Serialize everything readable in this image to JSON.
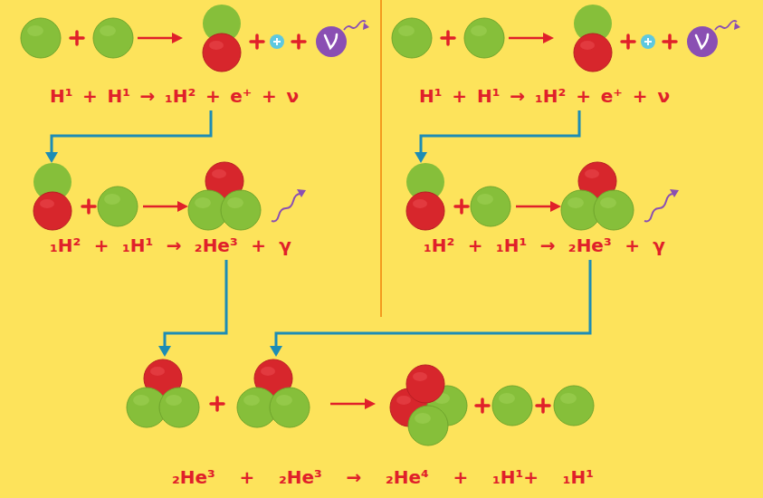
{
  "diagram": {
    "nodes": [
      {
        "text": [
          "H¹ + H¹ → ₁H² + e⁺ + ν"
        ]
      },
      {
        "text": [
          "H¹ + H¹ → ₁H² + e⁺ + ν"
        ]
      },
      {
        "text": [
          "₁H² + ₁H¹ → ₂He³ + γ"
        ]
      },
      {
        "text": [
          "₁H² + ₁H¹ → ₂He³ + γ"
        ]
      },
      {
        "text": [
          "₂He³ + ₂He³ → ₂He⁴ + ₁H¹+ ₁H¹"
        ]
      }
    ],
    "edges": [
      {
        "from": 0,
        "to": 2,
        "arrow": "to"
      },
      {
        "from": 1,
        "to": 3,
        "arrow": "to"
      },
      {
        "from": 2,
        "to": 4,
        "arrow": "to"
      },
      {
        "from": 3,
        "to": 4,
        "arrow": "to"
      }
    ]
  }
}
